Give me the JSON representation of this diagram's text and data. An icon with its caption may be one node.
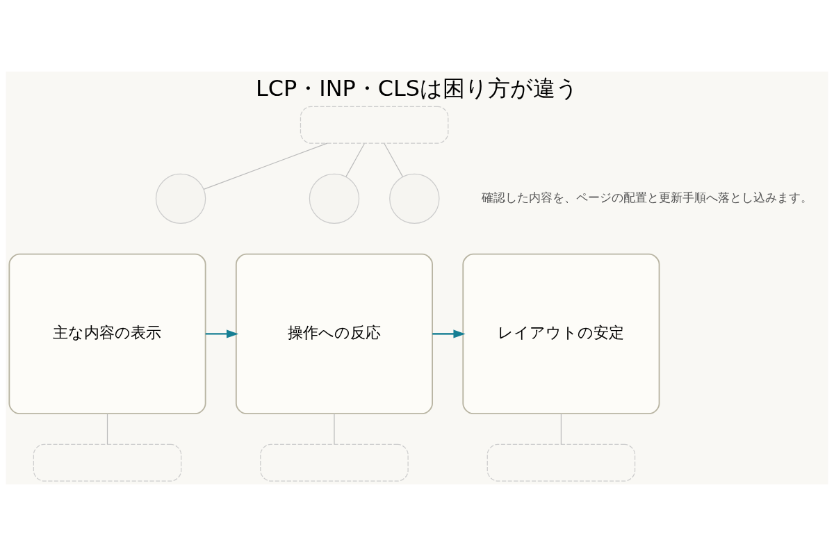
{
  "diagram": {
    "title": "LCP・INP・CLSは困り方が違う",
    "nodes": [
      {
        "text": [],
        "shape": "box"
      },
      {
        "text": [],
        "shape": "circle"
      },
      {
        "text": [],
        "shape": "circle"
      },
      {
        "text": [],
        "shape": "circle"
      },
      {
        "text": [
          "主な内容の表示"
        ]
      },
      {
        "text": [
          "操作への反応"
        ]
      },
      {
        "text": [
          "レイアウトの安定"
        ]
      },
      {
        "text": [],
        "shape": "box"
      },
      {
        "text": [],
        "shape": "box"
      },
      {
        "text": [],
        "shape": "box"
      }
    ],
    "edges": [
      {
        "from": 0,
        "to": 1,
        "arrow": "none"
      },
      {
        "from": 0,
        "to": 2,
        "arrow": "none"
      },
      {
        "from": 0,
        "to": 3,
        "arrow": "none"
      },
      {
        "from": 4,
        "to": 5,
        "arrow": "to",
        "color": "#167f94"
      },
      {
        "from": 5,
        "to": 6,
        "arrow": "to",
        "color": "#167f94"
      },
      {
        "from": 4,
        "to": 7,
        "arrow": "none"
      },
      {
        "from": 5,
        "to": 8,
        "arrow": "none"
      },
      {
        "from": 6,
        "to": 9,
        "arrow": "none"
      }
    ],
    "labels": [
      "確認した内容を、ページの配置と更新手順へ落とし込みます。"
    ]
  }
}
